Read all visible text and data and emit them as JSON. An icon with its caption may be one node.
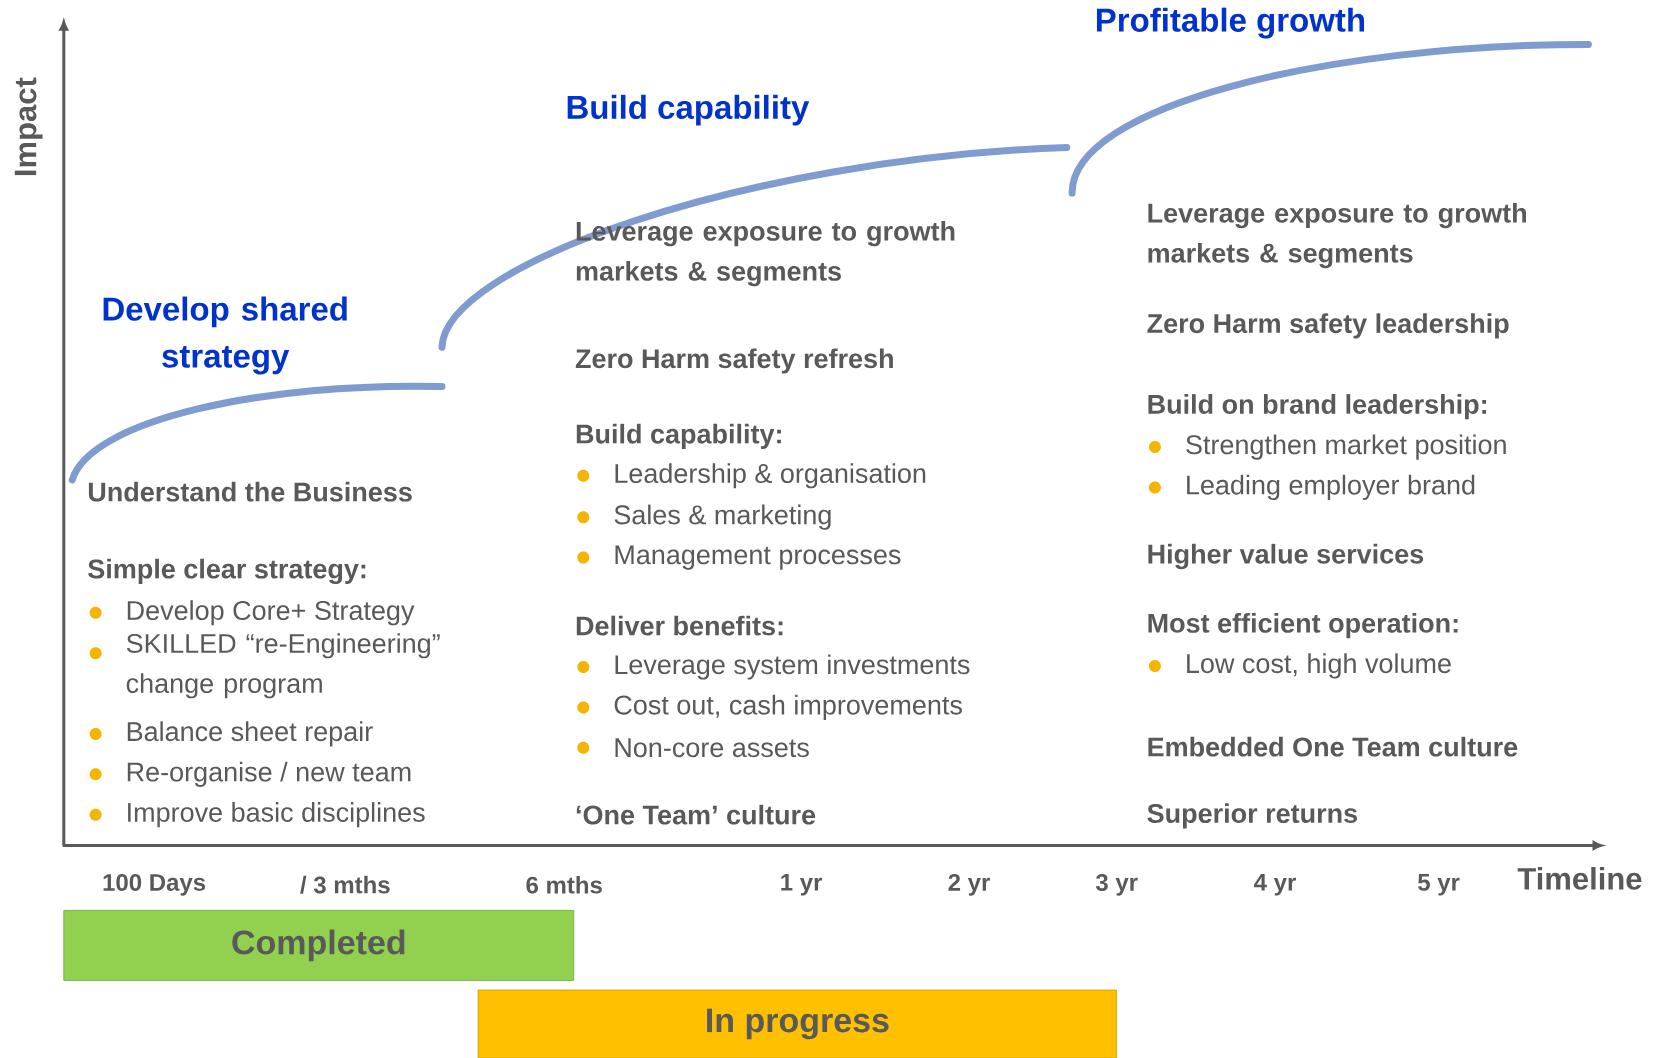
{
  "diagram": {
    "nodes": [
      {
        "text": [
          "Completed"
        ]
      },
      {
        "text": [
          "In progress"
        ]
      }
    ],
    "labels": [
      "Impact",
      "Profitable growth",
      "Build capability",
      "Develop shared strategy",
      "Leverage exposure to growth markets & segments",
      "Zero Harm safety refresh",
      "Leverage exposure to growth markets & segments",
      "Zero Harm safety leadership",
      "Build capability:",
      "Build on brand leadership:",
      "Strengthen market position",
      "Leading employer brand",
      "Leadership & organisation",
      "Sales & marketing",
      "Management processes",
      "Understand the Business",
      "Higher value services",
      "Simple clear strategy:",
      "Develop Core+ Strategy",
      "Deliver benefits:",
      "Most efficient operation:",
      "SKILLED “re-Engineering” change program",
      "Leverage system investments",
      "Low cost, high volume",
      "Cost out, cash improvements",
      "Balance sheet repair",
      "Non-core assets",
      "Embedded One Team culture",
      "Re-organise / new team",
      "Improve basic disciplines",
      "‘One Team’ culture",
      "Superior returns",
      "100 Days",
      "/ 3 mths",
      "6 mths",
      "1 yr",
      "2 yr",
      "3 yr",
      "4 yr",
      "5 yr",
      "Timeline"
    ]
  }
}
